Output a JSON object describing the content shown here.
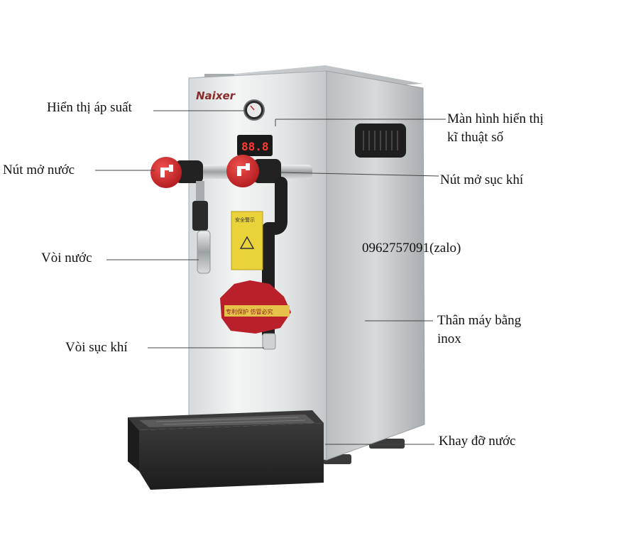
{
  "brand": {
    "logo_text": "Naixer"
  },
  "machine": {
    "display_digits": "88.8",
    "sticker_text": "安全警示",
    "badge_text": "专利保护 仿冒必究"
  },
  "labels": {
    "pressure_gauge": "Hiển thị áp suất",
    "digital_display_line1": "Màn hình hiển thị",
    "digital_display_line2": "kĩ thuật số",
    "water_knob": "Nút mở nước",
    "steam_knob": "Nút mở sục khí",
    "water_spout": "Vòi nước",
    "phone": "0962757091(zalo)",
    "body_line1": "Thân máy bằng",
    "body_line2": "inox",
    "steam_wand": "Vòi sục khí",
    "drip_tray": "Khay đỡ nước"
  },
  "colors": {
    "steel_light": "#eef0f0",
    "steel_mid": "#c9cdcf",
    "steel_dark": "#8f9496",
    "knob_red": "#d8262a",
    "tray_black": "#2a2a2a",
    "display_red": "#ff3a2e",
    "label_yellow": "#e9d23a"
  }
}
